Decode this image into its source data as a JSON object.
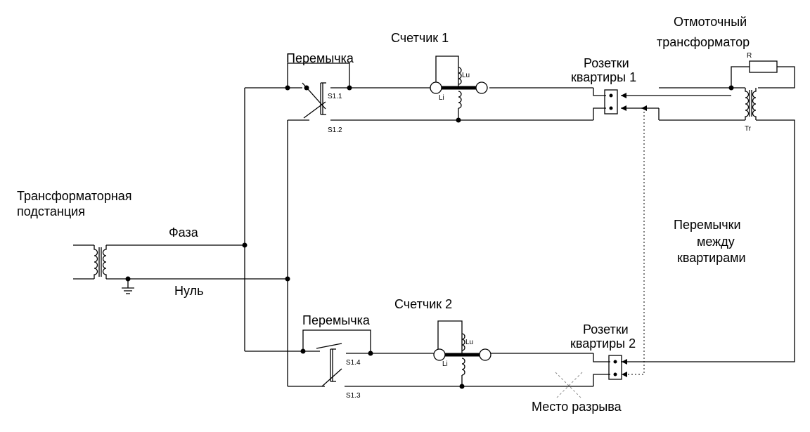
{
  "labels": {
    "substation_line1": "Трансформаторная",
    "substation_line2": "подстанция",
    "phase": "Фаза",
    "neutral": "Нуль",
    "jumper_top": "Перемычка",
    "jumper_bottom": "Перемычка",
    "meter1": "Счетчик 1",
    "meter2": "Счетчик 2",
    "outlets1_line1": "Розетки",
    "outlets1_line2": "квартиры 1",
    "outlets2_line1": "Розетки",
    "outlets2_line2": "квартиры 2",
    "trafo_line1": "Отмоточный",
    "trafo_line2": "трансформатор",
    "between_line1": "Перемычки",
    "between_line2": "между",
    "between_line3": "квартирами",
    "break_point": "Место разрыва",
    "s11": "S1.1",
    "s12": "S1.2",
    "s13": "S1.3",
    "s14": "S1.4",
    "lu1": "Lu",
    "li1": "Li",
    "lu2": "Lu",
    "li2": "Li",
    "r": "R",
    "tr": "Tr"
  }
}
